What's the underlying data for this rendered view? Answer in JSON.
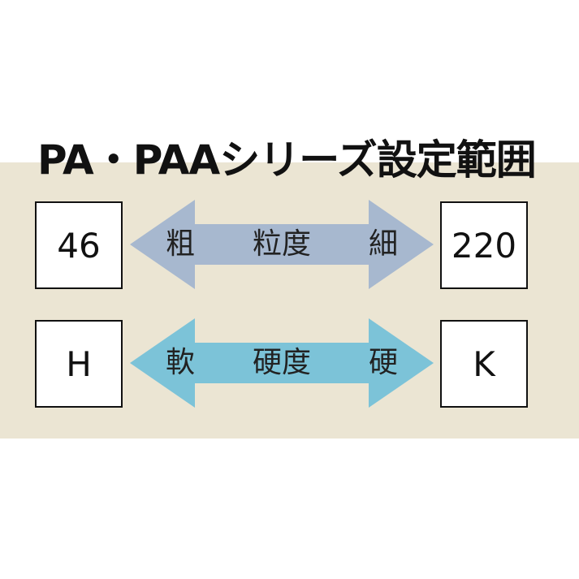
{
  "title": "PA・PAAシリーズ設定範囲",
  "colors": {
    "panel_background": "#ebe5d3",
    "grit_arrow": "#a7b8cf",
    "hardness_arrow": "#7cc3d8"
  },
  "rows": [
    {
      "left_value": "46",
      "right_value": "220",
      "arrow_left_label": "粗",
      "arrow_center_label": "粒度",
      "arrow_right_label": "細"
    },
    {
      "left_value": "H",
      "right_value": "K",
      "arrow_left_label": "軟",
      "arrow_center_label": "硬度",
      "arrow_right_label": "硬"
    }
  ]
}
